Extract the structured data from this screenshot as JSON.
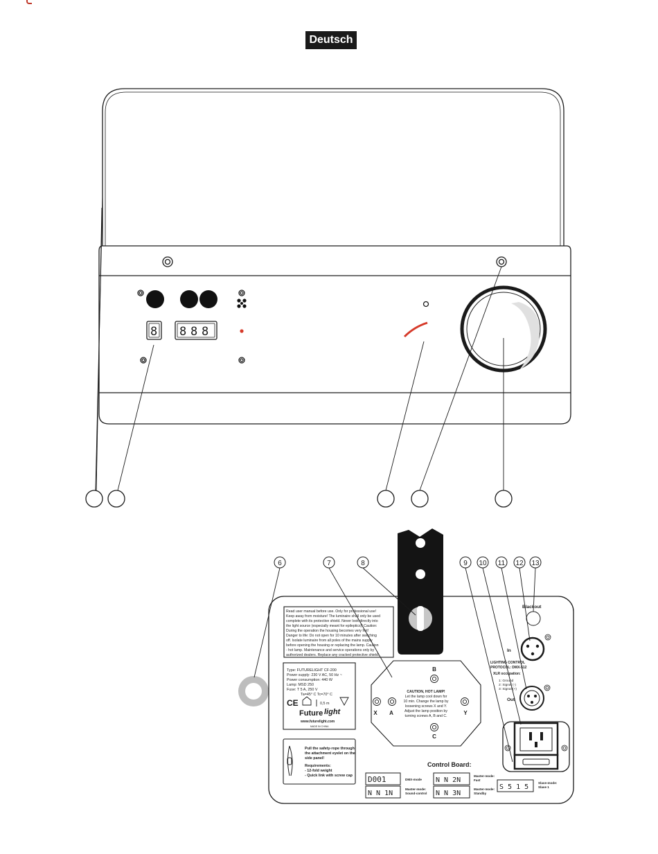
{
  "page": {
    "language": "Deutsch"
  },
  "top_view": {
    "callouts": [
      "",
      "",
      "",
      "",
      ""
    ]
  },
  "rear_view": {
    "callouts": [
      "6",
      "7",
      "8",
      "9",
      "10",
      "11",
      "12",
      "13"
    ],
    "warning_lines": [
      "Read user manual before use. Only for professional use!",
      "Keep away from moisture! The luminaire shall only be used",
      "complete with its protective shield. Never look directly into",
      "the light source (especially meant for epileptics)! Caution:",
      "During the operation the housing becomes very hot!",
      "Danger to life: Do not open for 10 minutes after switching",
      "off. Isolate luminaire from all poles of the mains supply",
      "before opening the housing or replacing the lamp. Caution",
      "- hot lamp. Maintenance and service operations only by",
      "authorized dealers. Replace any cracked protective shield."
    ],
    "type_label": {
      "lines": [
        "Type: FUTURELIGHT CF-200",
        "Power supply: 230 V AC, 50 Hz ~",
        "Power consumption: 440 W",
        "Lamp: MSD 250",
        "Fuse: T 5 A, 250 V"
      ],
      "temps": "Ta=45° C   Tc=70° C",
      "distance": "0,5 m",
      "brand_a": "Future",
      "brand_b": "light",
      "url": "www.futurelight.com",
      "made_in": "MADE IN CHINA"
    },
    "lamp_caution_lines": [
      "CAUTION, HOT LAMP!",
      "Let the lamp cool down for",
      "10 min. Change the lamp by",
      "loosening screws X and Y.",
      "Adjust the lamp position by",
      "turning screws A, B and C."
    ],
    "screw_labels": {
      "b": "B",
      "x": "X",
      "a": "A",
      "y": "Y",
      "c": "C"
    },
    "safety_rope": {
      "lines": [
        "Pull the safety-rope through",
        "the attachment eyelet on the",
        "side panel!"
      ],
      "req_title": "Requirements:",
      "req_lines": [
        "- 12-fold weight",
        "- Quick link with screw cap"
      ]
    },
    "blackout": "Blackout",
    "in_label": "In",
    "out_label": "Out",
    "dmx_title_lines": [
      "LIGHTING CONTROL",
      "PROTOCOL: DMX-512"
    ],
    "xlr_title": "XLR occupation:",
    "xlr_lines": [
      "1: Ground",
      "2: Signal (-)",
      "3: Signal (+)"
    ],
    "control_board_title": "Control Board:",
    "modes": [
      {
        "display": "D001",
        "lines": [
          "DMX-mode"
        ]
      },
      {
        "display": "N N 1N",
        "lines": [
          "Master-mode:",
          "Sound-control"
        ]
      },
      {
        "display": "N N 2N",
        "lines": [
          "Master-mode:",
          "Fast"
        ]
      },
      {
        "display": "N N 3N",
        "lines": [
          "Master-mode:",
          "Standby"
        ]
      },
      {
        "display": "S 5 1 5",
        "lines": [
          "Slave-mode:",
          "Slave 1"
        ]
      }
    ]
  },
  "colors": {
    "accent_red": "#d63a2a",
    "line": "#1a1a1a",
    "panel_fill": "#ffffff"
  }
}
